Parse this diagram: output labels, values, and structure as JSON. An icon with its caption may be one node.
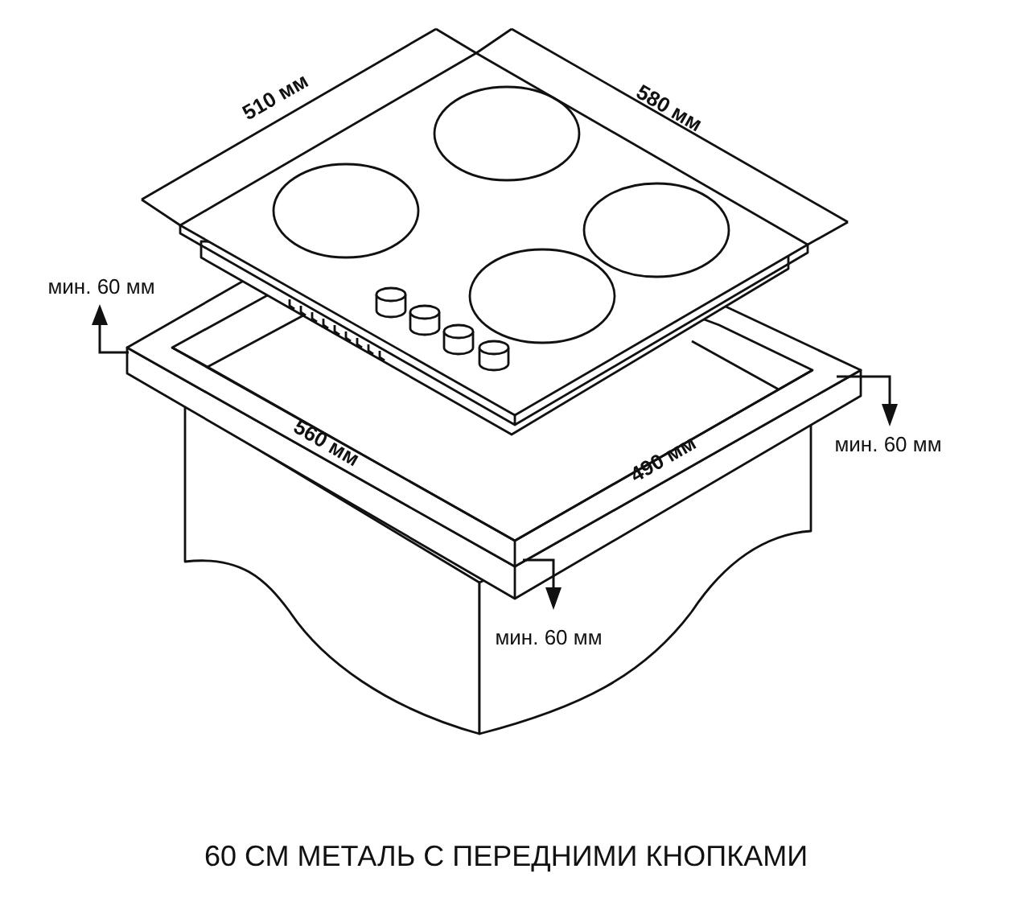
{
  "diagram": {
    "caption": "60 СМ МЕТАЛЬ С ПЕРЕДНИМИ КНОПКАМИ",
    "labels": [
      "510 мм",
      "580 мм",
      "мин. 60 мм",
      "560 мм",
      "490 мм",
      "мин. 60 мм",
      "мин. 60 мм"
    ]
  }
}
